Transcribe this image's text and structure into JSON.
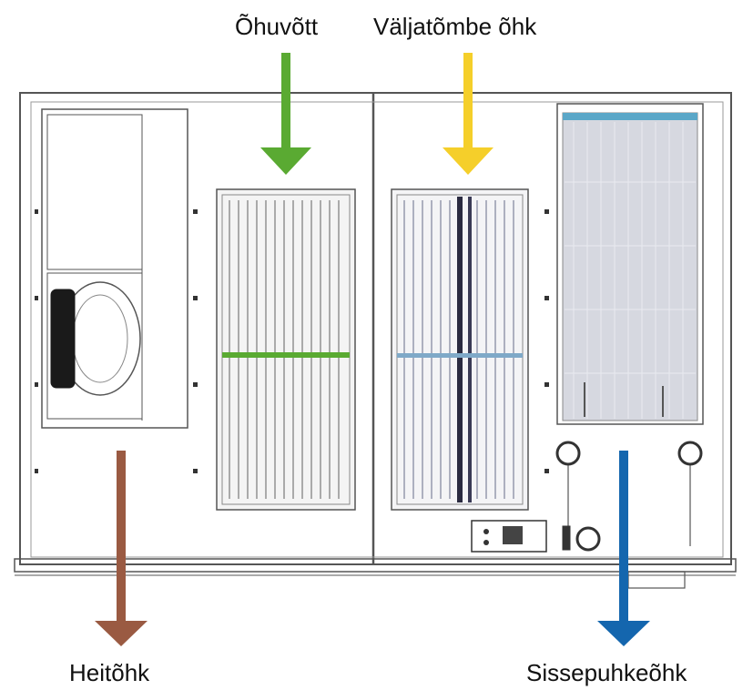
{
  "labels": {
    "outdoor_air": "Õhuvõtt",
    "extract_air": "Väljatõmbe õhk",
    "exhaust_air": "Heitõhk",
    "supply_air": "Sissepuhkeõhk"
  },
  "colors": {
    "outdoor_air": "#5aaa32",
    "extract_air": "#f5cf2a",
    "exhaust_air": "#9a5a42",
    "supply_air": "#1466ae",
    "outline": "#555555",
    "filter": "#c9ccd6",
    "filter_top": "#5aa7c8"
  },
  "icons": {
    "outdoor_air": "arrow-down-icon",
    "extract_air": "arrow-down-icon",
    "exhaust_air": "arrow-down-icon",
    "supply_air": "arrow-down-icon"
  }
}
